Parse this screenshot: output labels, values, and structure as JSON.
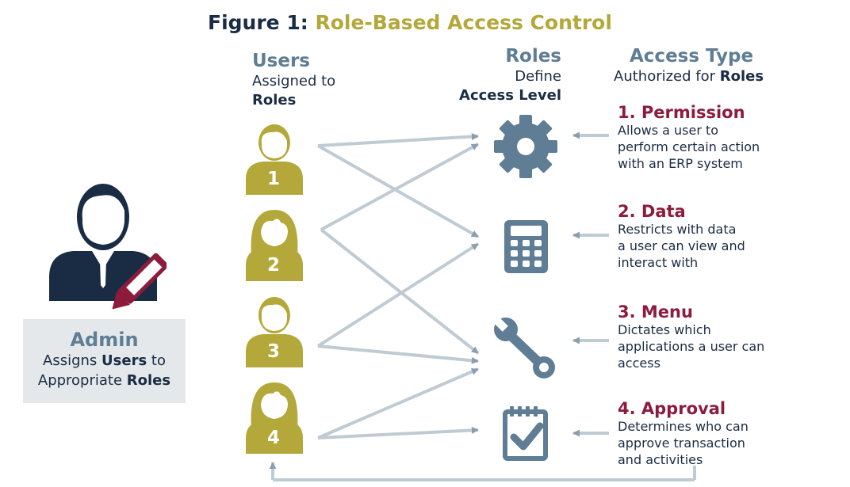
{
  "figure": {
    "title_prefix": "Figure 1:",
    "title_main": "Role-Based Access Control"
  },
  "users_column": {
    "heading": "Users",
    "line1": "Assigned to",
    "line2": "Roles"
  },
  "roles_column": {
    "heading": "Roles",
    "line1": "Define",
    "line2": "Access Level"
  },
  "access_column": {
    "heading": "Access Type",
    "line_prefix": "Authorized for",
    "line_bold": "Roles"
  },
  "users": [
    {
      "number": "1",
      "gender": "male"
    },
    {
      "number": "2",
      "gender": "female"
    },
    {
      "number": "3",
      "gender": "male"
    },
    {
      "number": "4",
      "gender": "female"
    }
  ],
  "roles": [
    {
      "icon": "gear-icon"
    },
    {
      "icon": "calculator-icon"
    },
    {
      "icon": "wrench-icon"
    },
    {
      "icon": "checklist-icon"
    }
  ],
  "admin": {
    "title": "Admin",
    "line1_prefix": "Assigns",
    "line1_bold": "Users",
    "line1_suffix": "to",
    "line2_prefix": "Appropriate",
    "line2_bold": "Roles"
  },
  "access_types": [
    {
      "title": "1. Permission",
      "description": "Allows a user to\nperform certain action\nwith an ERP system"
    },
    {
      "title": "2. Data",
      "description": "Restricts with data\na user can view and\ninteract with"
    },
    {
      "title": "3. Menu",
      "description": "Dictates which\napplications a user can\naccess"
    },
    {
      "title": "4. Approval",
      "description": "Determines who can\napprove transaction\nand activities"
    }
  ],
  "colors": {
    "navy": "#1a2c44",
    "slate": "#5f7d94",
    "olive": "#b3a839",
    "maroon": "#8c1b3c",
    "connector": "#bfcbd3",
    "admin_box": "#e4e8ea"
  }
}
